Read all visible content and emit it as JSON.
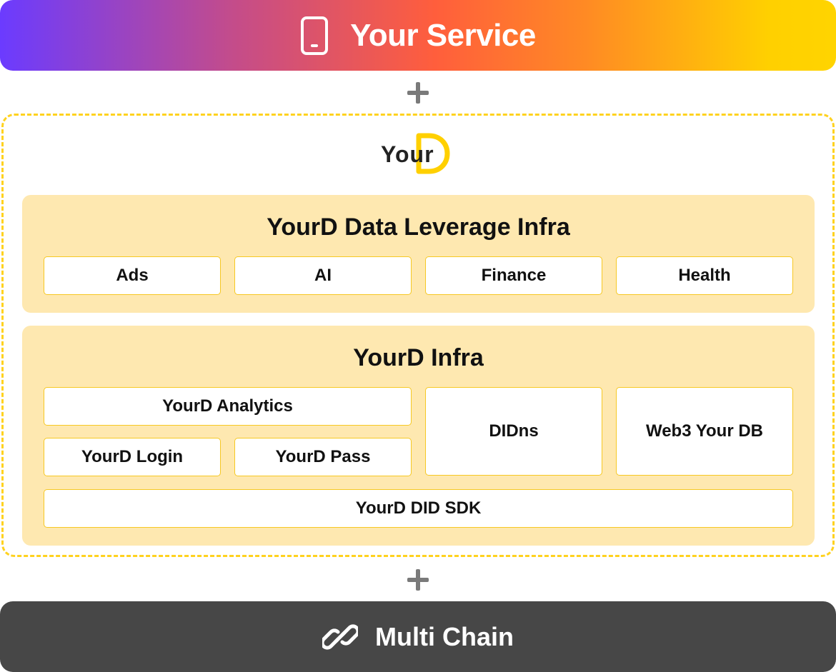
{
  "top_banner": {
    "icon": "mobile-phone-icon",
    "title": "Your Service"
  },
  "connector": "+",
  "logo": {
    "text": "Your",
    "letter": "D"
  },
  "data_leverage": {
    "title": "YourD Data Leverage Infra",
    "items": [
      "Ads",
      "AI",
      "Finance",
      "Health"
    ]
  },
  "infra": {
    "title": "YourD Infra",
    "analytics": "YourD Analytics",
    "login": "YourD Login",
    "pass": "YourD Pass",
    "didns": "DIDns",
    "web3db": "Web3 Your DB",
    "sdk": "YourD DID SDK"
  },
  "bottom_banner": {
    "icon": "link-chain-icon",
    "title": "Multi Chain"
  },
  "colors": {
    "accent_yellow": "#ffd21f",
    "panel_bg": "#fee8b0",
    "box_border": "#f6c823",
    "bottom_banner": "#474747",
    "gradient_start": "#6b3bff",
    "gradient_end": "#ffd400"
  }
}
